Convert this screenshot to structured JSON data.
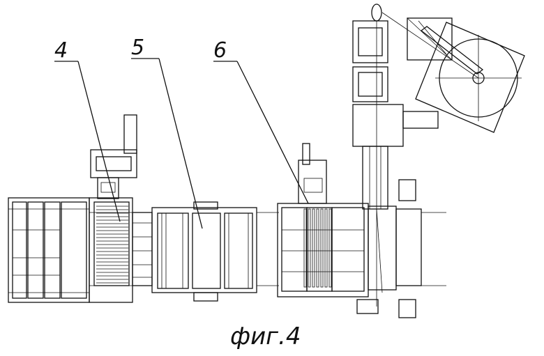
{
  "labels": {
    "l4": "4",
    "l5": "5",
    "l6": "6"
  },
  "caption": "фиг.4"
}
